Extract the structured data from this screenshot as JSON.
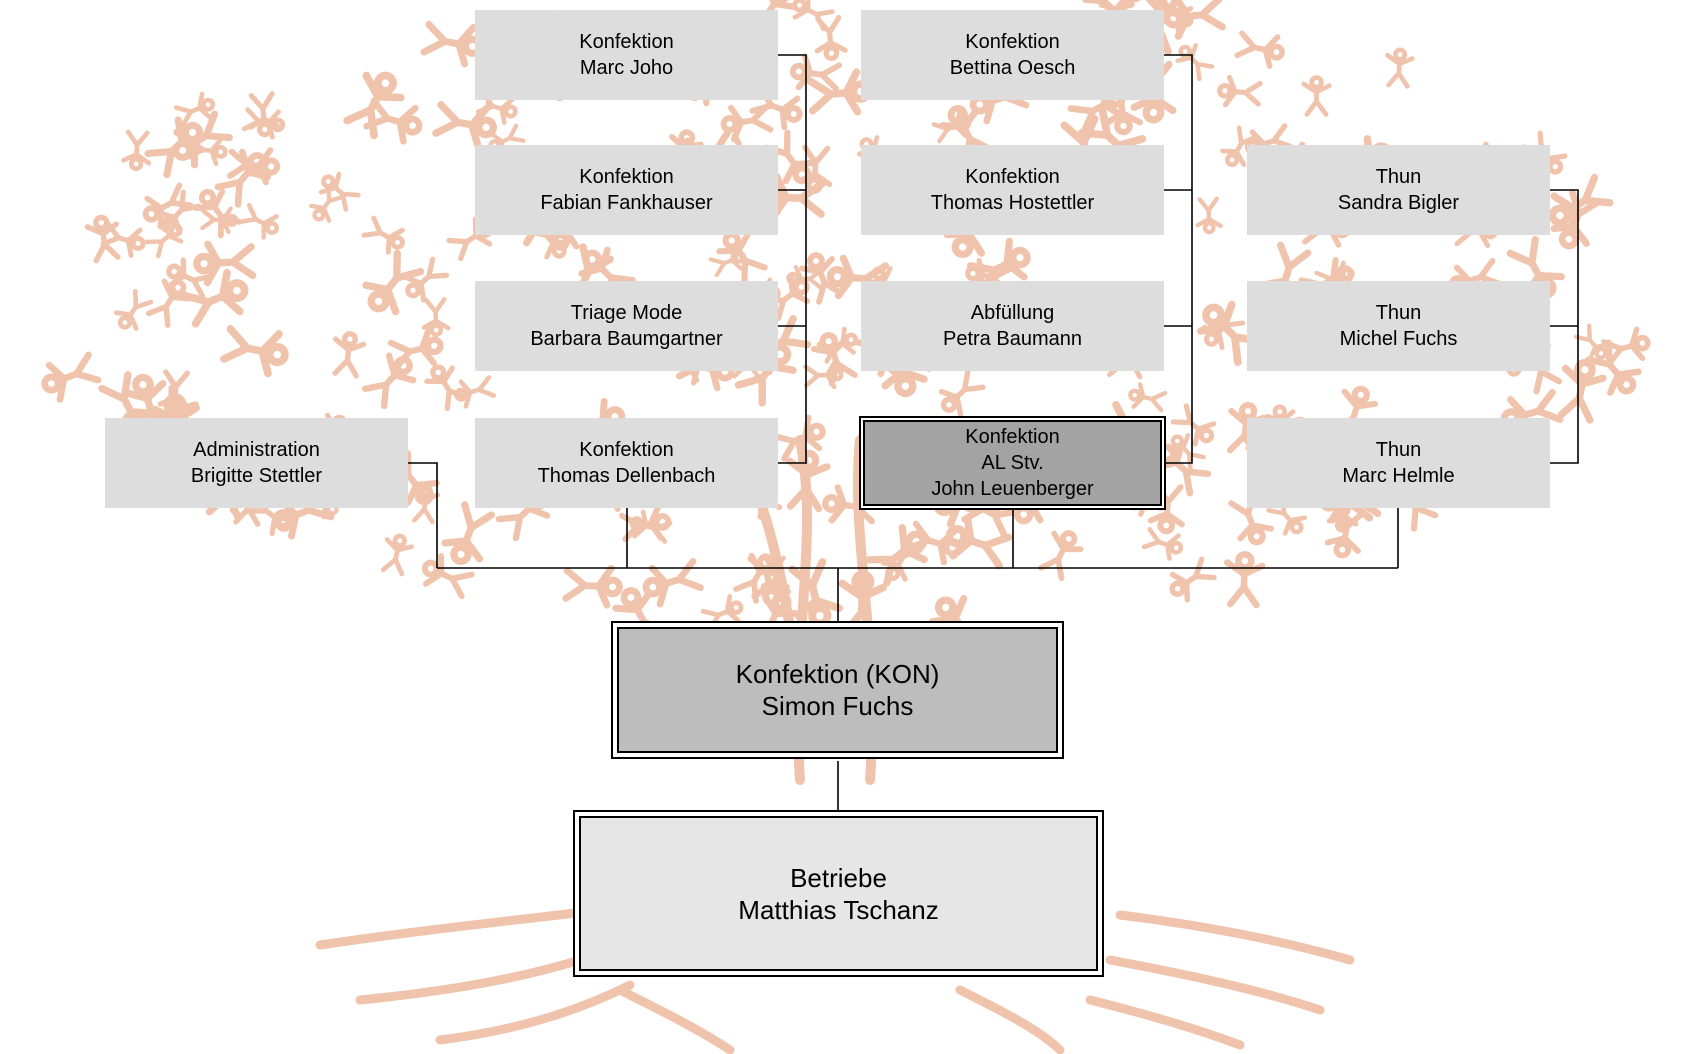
{
  "nodes": {
    "konfektion_marc_joho": {
      "l1": "Konfektion",
      "l2": "Marc Joho"
    },
    "konfektion_fabian_fankhauser": {
      "l1": "Konfektion",
      "l2": "Fabian Fankhauser"
    },
    "triage_barbara_baumgartner": {
      "l1": "Triage Mode",
      "l2": "Barbara Baumgartner"
    },
    "konfektion_thomas_dellenbach": {
      "l1": "Konfektion",
      "l2": "Thomas Dellenbach"
    },
    "administration_brigitte_stettler": {
      "l1": "Administration",
      "l2": "Brigitte Stettler"
    },
    "konfektion_bettina_oesch": {
      "l1": "Konfektion",
      "l2": "Bettina Oesch"
    },
    "konfektion_thomas_hostettler": {
      "l1": "Konfektion",
      "l2": "Thomas Hostettler"
    },
    "abfuellung_petra_baumann": {
      "l1": "Abfüllung",
      "l2": "Petra Baumann"
    },
    "konfektion_john_leuenberger": {
      "l1": "Konfektion",
      "l2": "AL Stv.",
      "l3": "John Leuenberger"
    },
    "thun_sandra_bigler": {
      "l1": "Thun",
      "l2": "Sandra Bigler"
    },
    "thun_michel_fuchs": {
      "l1": "Thun",
      "l2": "Michel Fuchs"
    },
    "thun_marc_helmle": {
      "l1": "Thun",
      "l2": "Marc Helmle"
    },
    "konfektion_simon_fuchs": {
      "l1": "Konfektion (KON)",
      "l2": "Simon Fuchs"
    },
    "betriebe_matthias_tschanz": {
      "l1": "Betriebe",
      "l2": "Matthias Tschanz"
    }
  },
  "colors": {
    "background_figures": "#f0c4ac",
    "box_default": "#dddddd",
    "box_highlight": "#a3a3a3",
    "box_department": "#bdbdbd",
    "box_root": "#e6e6e6",
    "connector": "#000000"
  }
}
